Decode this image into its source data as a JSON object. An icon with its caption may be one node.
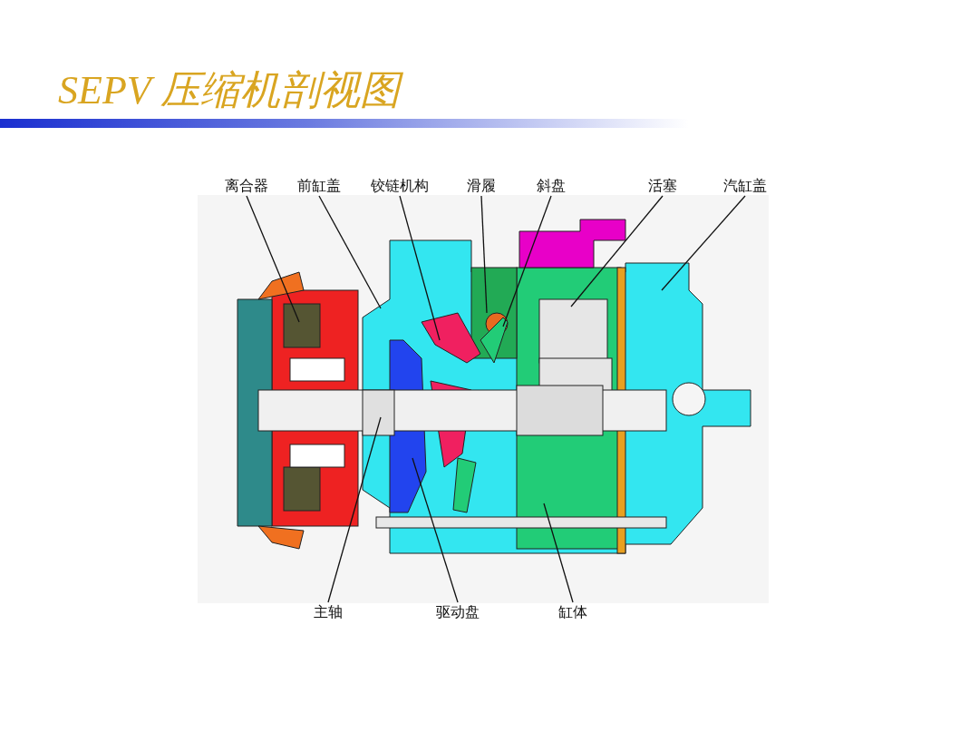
{
  "diagram": {
    "title": "SEPV 压缩机剖视图",
    "nodes": [
      {
        "text": [
          "离合器"
        ]
      },
      {
        "text": [
          "前缸盖"
        ]
      },
      {
        "text": [
          "铰链机构"
        ]
      },
      {
        "text": [
          "滑履"
        ]
      },
      {
        "text": [
          "斜盘"
        ]
      },
      {
        "text": [
          "活塞"
        ]
      },
      {
        "text": [
          "汽缸盖"
        ]
      },
      {
        "text": [
          "主轴"
        ]
      },
      {
        "text": [
          "驱动盘"
        ]
      },
      {
        "text": [
          "缸体"
        ]
      }
    ],
    "edges": [
      {
        "from": 0,
        "to": null,
        "arrow": "none"
      },
      {
        "from": 1,
        "to": null,
        "arrow": "none"
      },
      {
        "from": 2,
        "to": null,
        "arrow": "none"
      },
      {
        "from": 3,
        "to": null,
        "arrow": "none"
      },
      {
        "from": 4,
        "to": null,
        "arrow": "none"
      },
      {
        "from": 5,
        "to": null,
        "arrow": "none"
      },
      {
        "from": 6,
        "to": null,
        "arrow": "none"
      },
      {
        "from": 7,
        "to": null,
        "arrow": "none"
      },
      {
        "from": 8,
        "to": null,
        "arrow": "none"
      },
      {
        "from": 9,
        "to": null,
        "arrow": "none"
      }
    ]
  }
}
